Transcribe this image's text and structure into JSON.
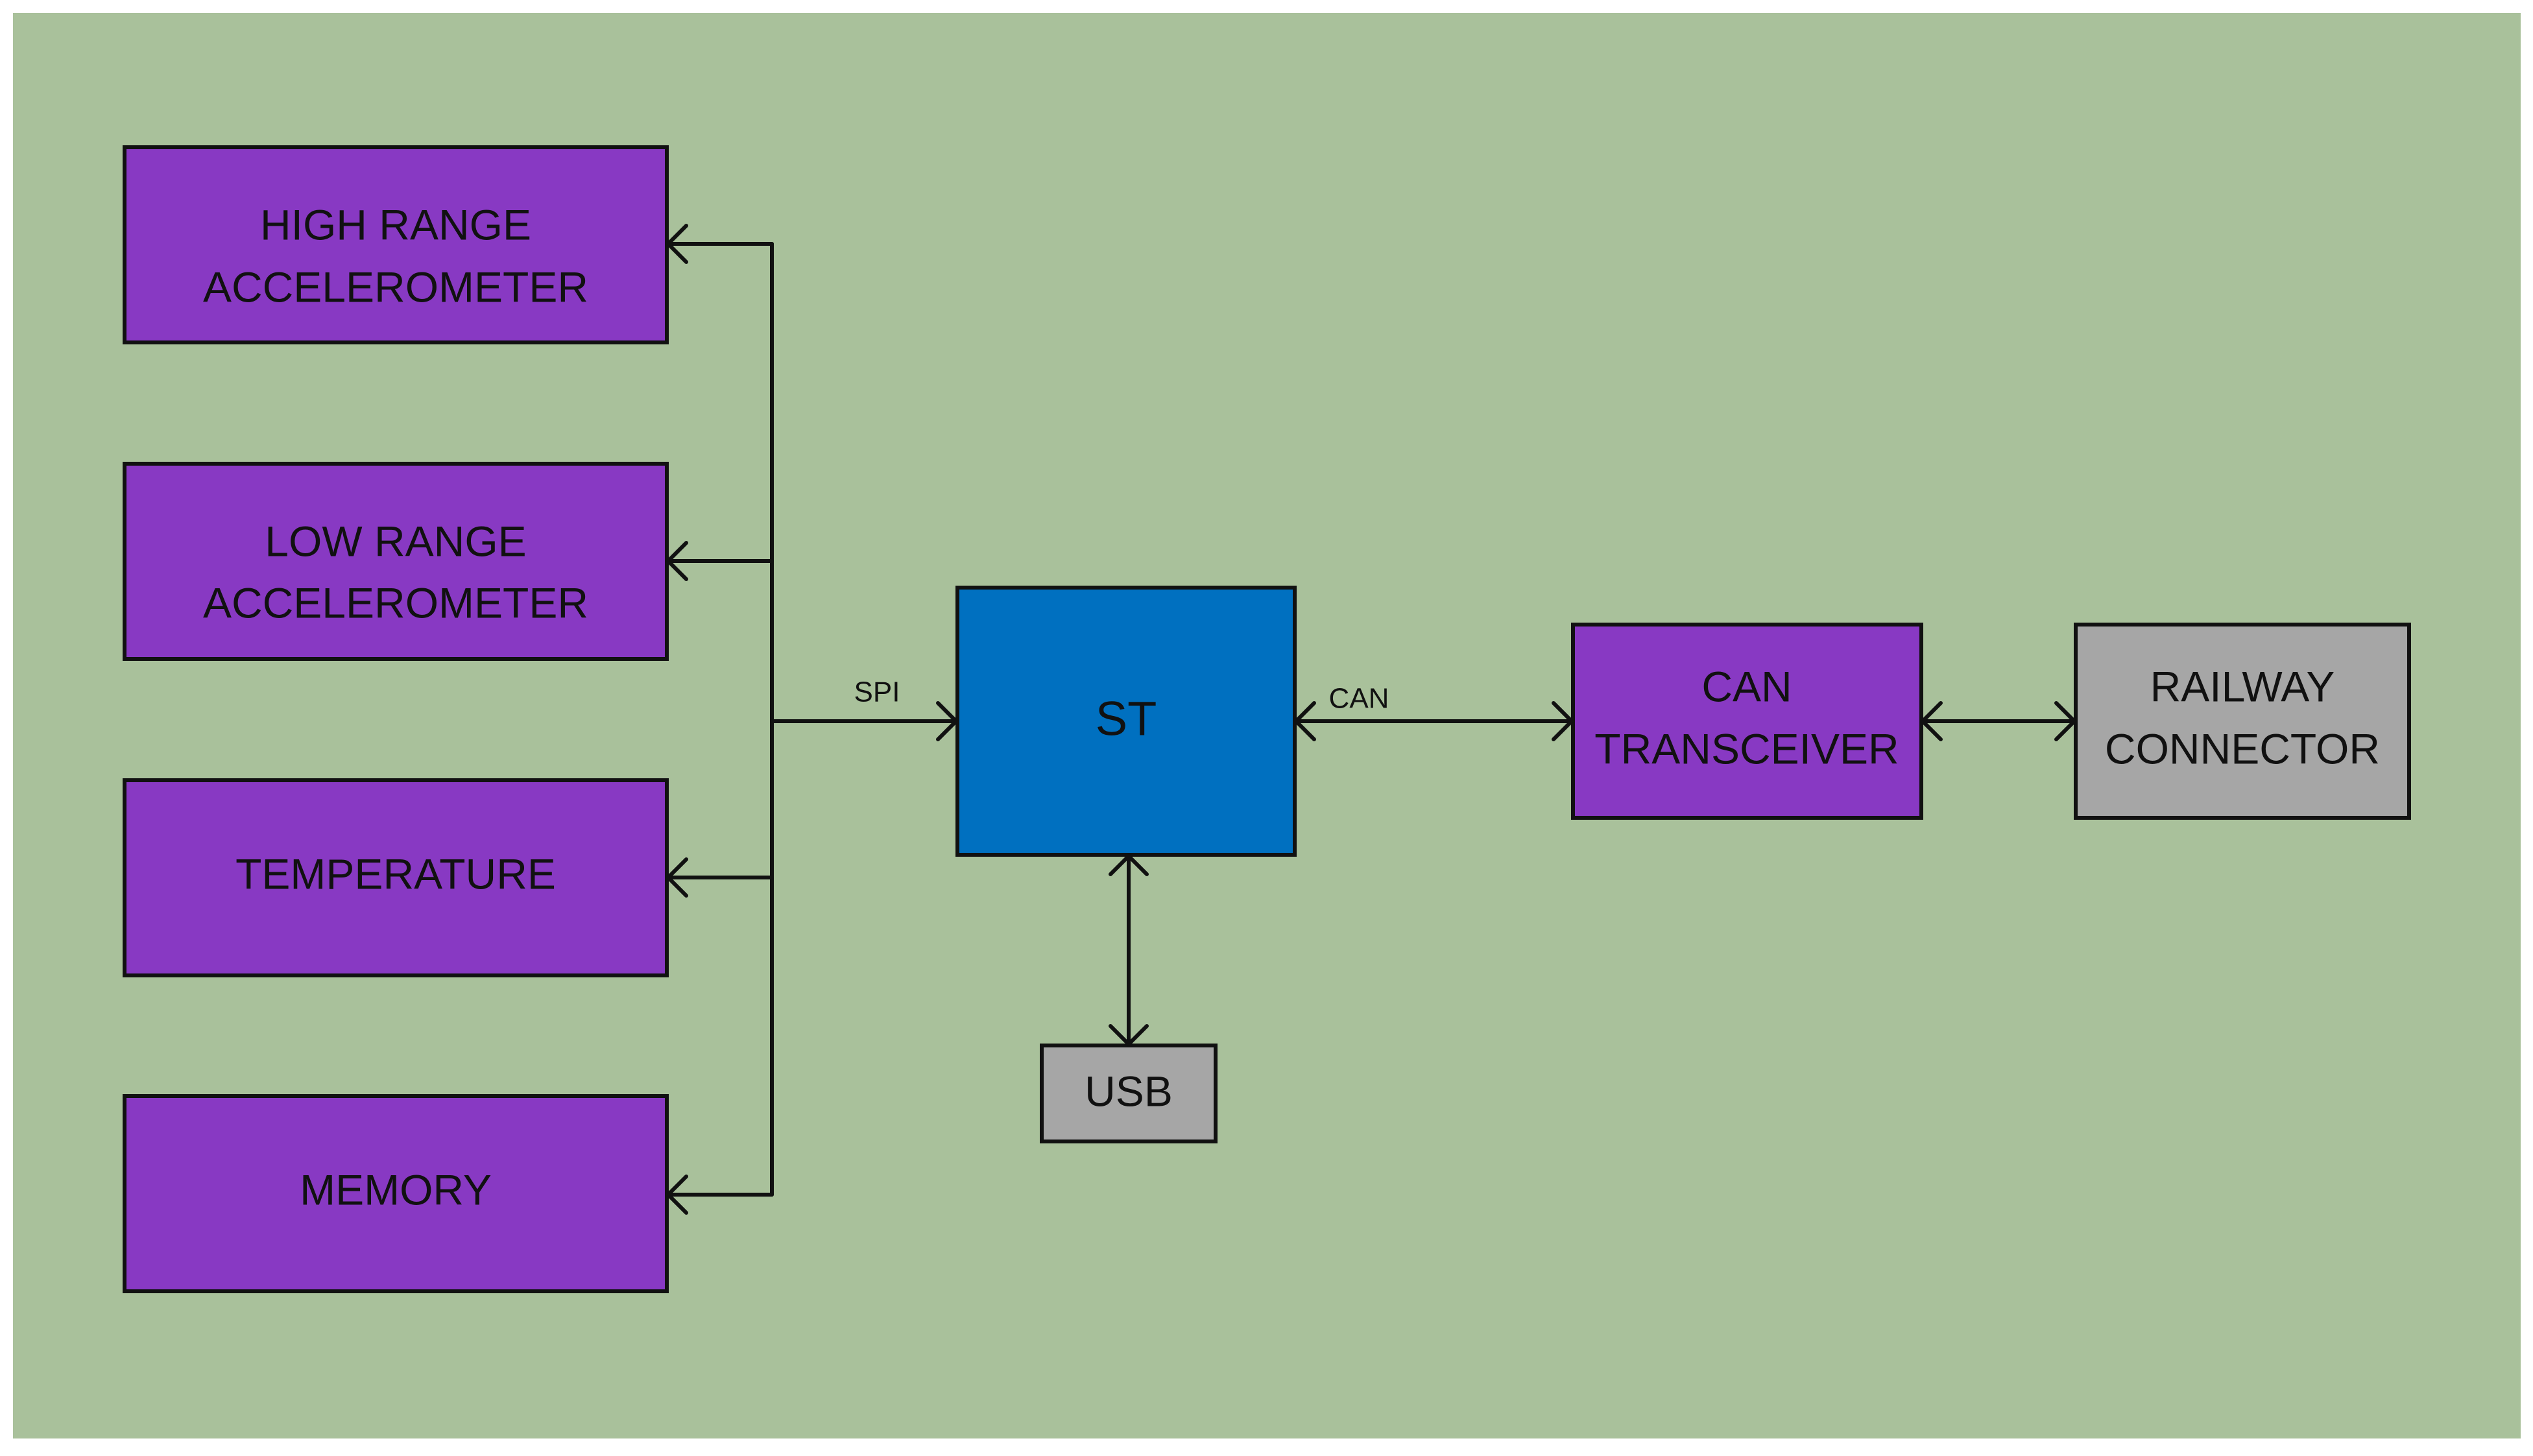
{
  "diagram": {
    "colors": {
      "background": "#a9c19b",
      "sensor_block": "#8839c3",
      "controller_block": "#0070c0",
      "connector_block": "#a6a6a6",
      "stroke": "#111111"
    },
    "blocks": {
      "high_range_accelerometer": {
        "line1": "HIGH RANGE",
        "line2": "ACCELEROMETER"
      },
      "low_range_accelerometer": {
        "line1": "LOW RANGE",
        "line2": "ACCELEROMETER"
      },
      "temperature": {
        "line1": "TEMPERATURE"
      },
      "memory": {
        "line1": "MEMORY"
      },
      "st": {
        "line1": "ST"
      },
      "usb": {
        "line1": "USB"
      },
      "can_transceiver": {
        "line1": "CAN",
        "line2": "TRANSCEIVER"
      },
      "railway_connector": {
        "line1": "RAILWAY",
        "line2": "CONNECTOR"
      }
    },
    "edge_labels": {
      "spi": "SPI",
      "can": "CAN"
    }
  }
}
